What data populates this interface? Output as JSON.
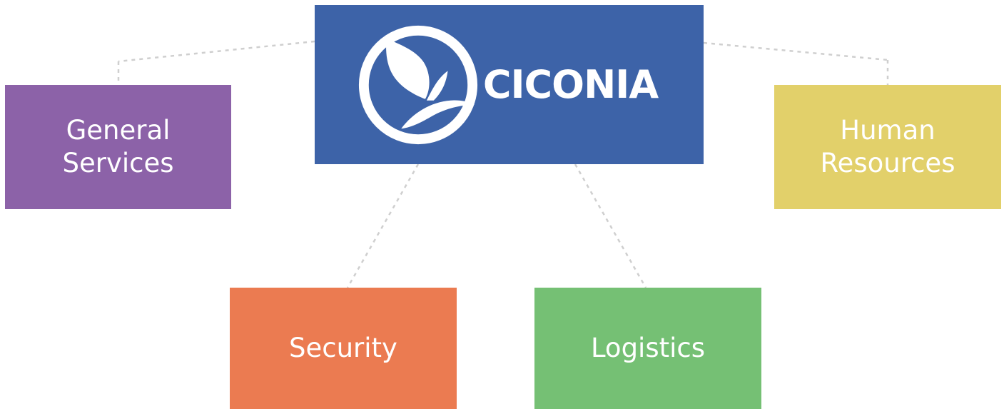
{
  "colors": {
    "hub": "#3d63a8",
    "general_services": "#8c62a8",
    "human_resources": "#e2d06a",
    "security": "#eb7b51",
    "logistics": "#75c074",
    "connector": "#cfcfcf"
  },
  "hub": {
    "logo_icon": "stork-in-circle-icon",
    "logo_text": "CICONIA"
  },
  "departments": {
    "general_services": {
      "line1": "General",
      "line2": "Services"
    },
    "human_resources": {
      "line1": "Human",
      "line2": "Resources"
    },
    "security": {
      "label": "Security"
    },
    "logistics": {
      "label": "Logistics"
    }
  }
}
